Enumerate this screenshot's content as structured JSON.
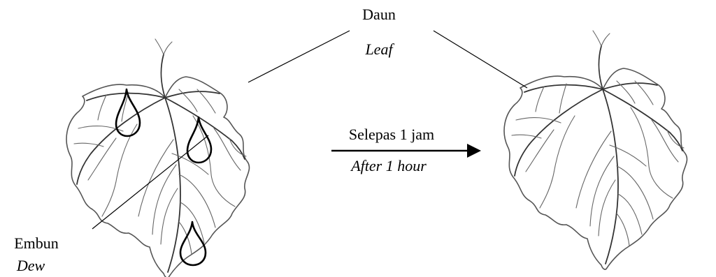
{
  "labels": {
    "leaf_ms": "Daun",
    "leaf_en": "Leaf",
    "dew_ms": "Embun",
    "dew_en": "Dew",
    "time_ms": "Selepas 1 jam",
    "time_en": "After 1 hour"
  }
}
